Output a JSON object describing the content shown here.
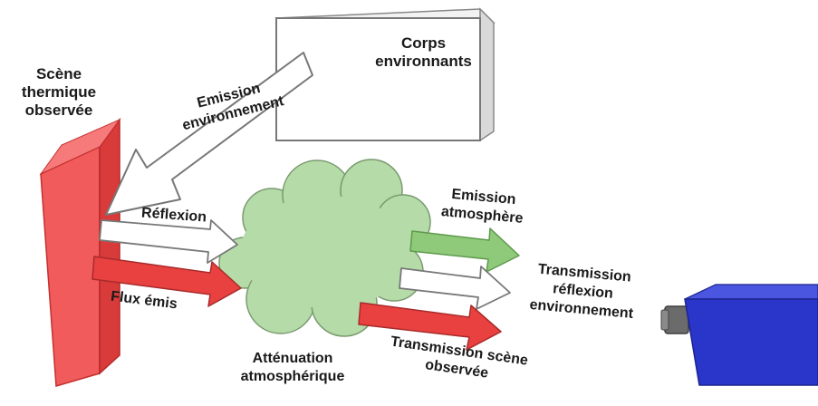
{
  "labels": {
    "scene": [
      "Scène",
      "thermique",
      "observée"
    ],
    "corps": [
      "Corps",
      "environnants"
    ],
    "emission_env": [
      "Emission",
      "environnement"
    ],
    "reflexion": "Réflexion",
    "flux": "Flux émis",
    "emission_atm": [
      "Emission",
      "atmosphère"
    ],
    "transmission_refl": [
      "Transmission",
      "réflexion",
      "environnement"
    ],
    "attenuation": [
      "Atténuation",
      "atmosphérique"
    ],
    "transmission_scene": [
      "Transmission scène",
      "observée"
    ]
  },
  "colors": {
    "scene_face": "#f25b5b",
    "scene_side": "#d93a3a",
    "red_arrow": "#e8413f",
    "green_arrow": "#8fca7b",
    "cloud": "#b5dba8",
    "camera": "#2a35c9",
    "lens": "#6b6b6b",
    "outline": "#666666"
  }
}
